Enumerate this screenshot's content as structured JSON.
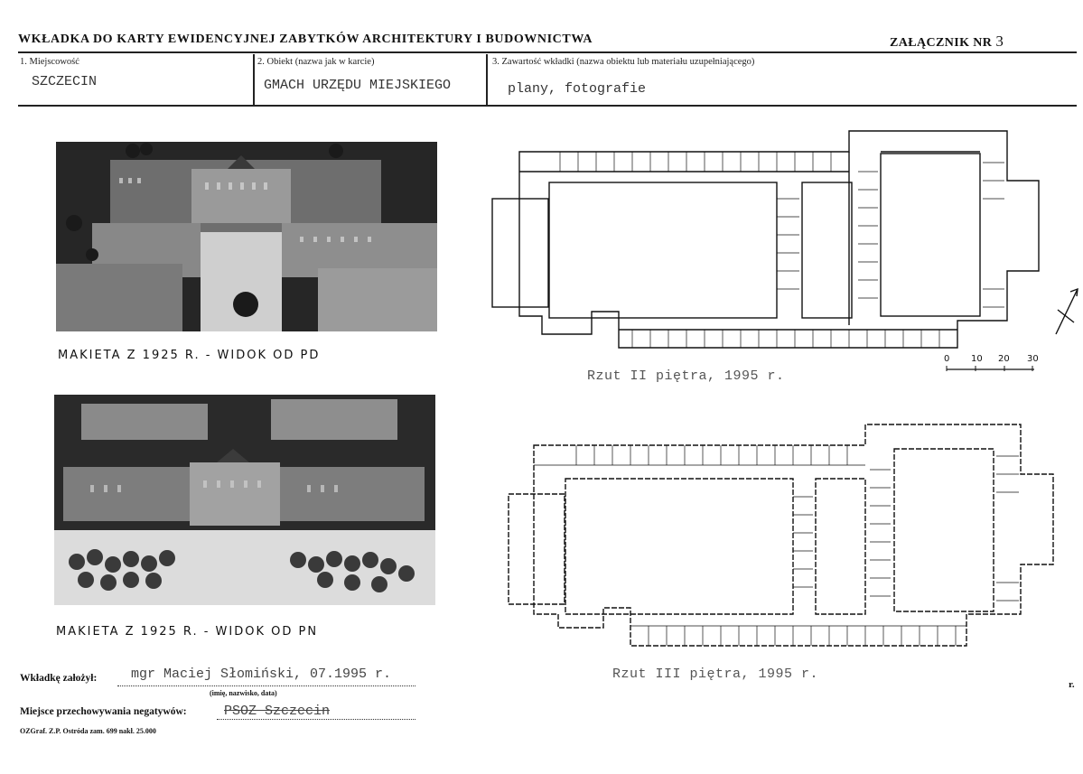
{
  "header": {
    "title": "WKŁADKA DO KARTY EWIDENCYJNEJ ZABYTKÓW ARCHITEKTURY I BUDOWNICTWA",
    "attachment_label": "ZAŁĄCZNIK NR",
    "attachment_number": "3"
  },
  "fields": {
    "locality": {
      "label": "1. Miejscowość",
      "value": "SZCZECIN"
    },
    "object": {
      "label": "2. Obiekt (nazwa jak w karcie)",
      "value": "GMACH URZĘDU MIEJSKIEGO"
    },
    "contents": {
      "label": "3. Zawartość wkładki (nazwa obiektu lub materiału uzupełniającego)",
      "value": "plany, fotografie"
    }
  },
  "photos": [
    {
      "caption": "MAKIETA Z 1925 R. - WIDOK OD PD"
    },
    {
      "caption": "MAKIETA Z 1925 R. - WIDOK OD PN"
    }
  ],
  "plans": [
    {
      "caption": "Rzut II piętra, 1995 r."
    },
    {
      "caption": "Rzut III piętra, 1995 r."
    }
  ],
  "scale": {
    "ticks": [
      "0",
      "10",
      "20",
      "30"
    ]
  },
  "footer": {
    "compiled_label": "Wkładkę założył:",
    "compiled_value": "mgr Maciej Słomiński, 07.1995 r.",
    "compiled_hint": "(imię, nazwisko, data)",
    "storage_label": "Miejsce przechowywania negatywów:",
    "storage_value": "PSOZ Szczecin",
    "printer": "OZGraf. Z.P. Ostróda zam. 699 nakł. 25.000"
  },
  "margin_mark": "r."
}
